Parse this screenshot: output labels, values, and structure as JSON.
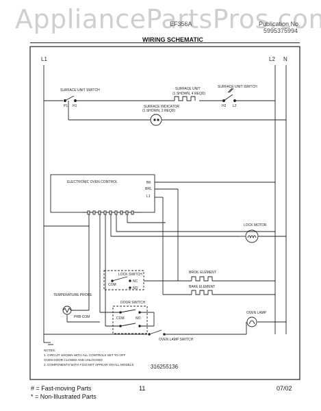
{
  "watermark": "AppliancePartsPros.com",
  "header": {
    "model": "EF356A",
    "publication_label": "Publication No.",
    "publication_number": "5995375994",
    "title": "WIRING SCHEMATIC"
  },
  "diagram": {
    "L1": "L1",
    "L2": "L2",
    "N": "N",
    "surface_unit_switch_left": "SURFACE UNIT SWITCH",
    "surface_unit": "SURFACE UNIT",
    "surface_unit_sub": "(1 SHOWN, 4 REQD)",
    "surface_unit_switch_right": "SURFACE UNIT SWITCH",
    "h1": "H1",
    "h2": "H2",
    "l2_small": "L2",
    "p1": "P1",
    "surface_indicator": "SURFACE INDICATOR",
    "surface_indicator_sub": "(1 SHOWN, 2 REQD)",
    "eoc": "ELECTRONIC OVEN CONTROL",
    "term_bk": "BK",
    "term_brl": "BRL",
    "term_l1": "L1",
    "lock_motor": "LOCK MOTOR",
    "lock_switch": "LOCK SWITCH",
    "com": "COM",
    "no": "NO",
    "nc": "NC",
    "broil_element": "BROIL ELEMENT",
    "bake_element": "BAKE ELEMENT",
    "temperature_probe": "TEMPERATURE PROBE",
    "door_switch": "DOOR SWITCH",
    "probe_com": "PRB COM",
    "oven_lamp": "OVEN LAMP",
    "oven_lamp_switch": "OVEN LAMP SWITCH",
    "notes": [
      "NOTES:",
      "1.  CIRCUIT SHOWN WITH ALL CONTROLS SET TO OFF",
      "     OVEN DOOR CLOSED AND UNLOCKED",
      "2.  COMPONENTS WITH  # DO NOT APPEAR ON ALL MODELS"
    ],
    "diagram_number": "316255136"
  },
  "footer": {
    "legend_fast": "# = Fast-moving Parts",
    "legend_non": "* = Non-Illustrated Parts",
    "page": "11",
    "date": "07/02"
  }
}
